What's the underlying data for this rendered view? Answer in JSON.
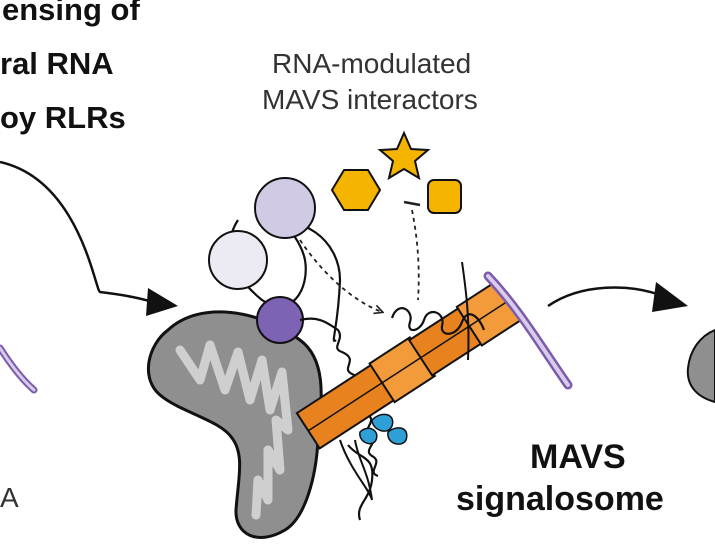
{
  "labels": {
    "sensing_title": [
      "ensing of",
      "ral RNA",
      "oy RLRs"
    ],
    "interactors": [
      "RNA-modulated",
      "MAVS interactors"
    ],
    "signalosome": [
      "MAVS",
      "signalosome"
    ],
    "left_fragment": "A"
  },
  "colors": {
    "mitochondrion_fill": "#8f8f8f",
    "mitochondrion_crista": "#cfcfcf",
    "filament_orange": "#e8821f",
    "filament_orange_light": "#f39a3a",
    "membrane_purple": "#7a5cab",
    "membrane_purple_light": "#d9cbea",
    "rlr_pale": "#eceaf3",
    "rlr_lavender": "#d0cae4",
    "rlr_purple": "#7d63b3",
    "interactor_gold": "#f4b400",
    "partner_blue": "#2f9fd8",
    "text": "#111111"
  },
  "icons": [
    "star-icon",
    "hexagon-icon",
    "rounded-square-icon",
    "inhibition-bar-icon",
    "arrow-icon"
  ]
}
